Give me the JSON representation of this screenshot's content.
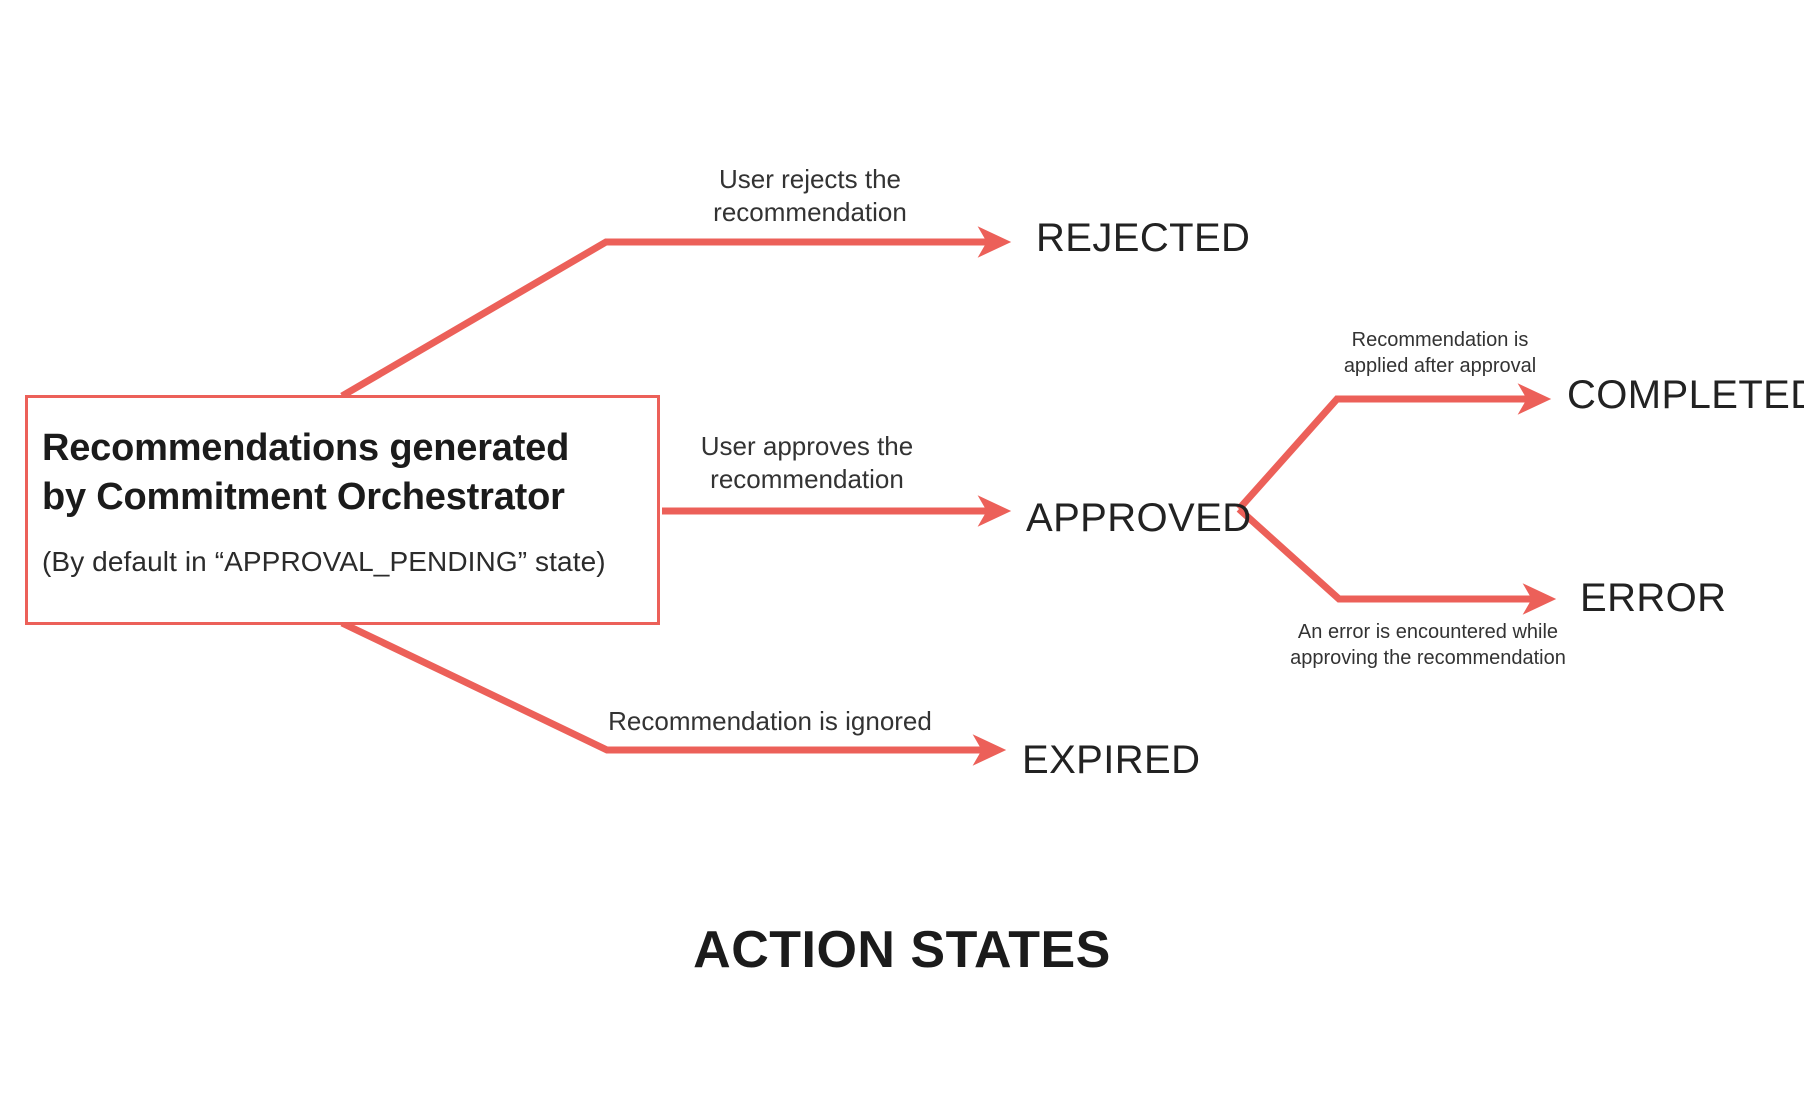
{
  "theme": {
    "accent": "#ec6059",
    "text": "#222222",
    "background": "#ffffff"
  },
  "source": {
    "title": "Recommendations generated\nby Commitment Orchestrator",
    "subtitle": "(By default in “APPROVAL_PENDING” state)"
  },
  "states": {
    "rejected": "REJECTED",
    "approved": "APPROVED",
    "expired": "EXPIRED",
    "completed": "COMPLETED",
    "error": "ERROR"
  },
  "edge_labels": {
    "reject": "User rejects the\nrecommendation",
    "approve": "User approves the\nrecommendation",
    "expire": "Recommendation is ignored",
    "complete": "Recommendation is\napplied after approval",
    "error": "An error is encountered while\napproving the recommendation"
  },
  "caption": "ACTION STATES",
  "diagram_data": {
    "type": "state-flow",
    "nodes": [
      {
        "id": "source",
        "label": "Recommendations generated by Commitment Orchestrator",
        "shape": "rectangle"
      },
      {
        "id": "rejected",
        "label": "REJECTED",
        "shape": "text"
      },
      {
        "id": "approved",
        "label": "APPROVED",
        "shape": "text"
      },
      {
        "id": "expired",
        "label": "EXPIRED",
        "shape": "text"
      },
      {
        "id": "completed",
        "label": "COMPLETED",
        "shape": "text"
      },
      {
        "id": "error",
        "label": "ERROR",
        "shape": "text"
      }
    ],
    "edges": [
      {
        "from": "source",
        "to": "rejected",
        "label": "User rejects the recommendation"
      },
      {
        "from": "source",
        "to": "approved",
        "label": "User approves the recommendation"
      },
      {
        "from": "source",
        "to": "expired",
        "label": "Recommendation is ignored"
      },
      {
        "from": "approved",
        "to": "completed",
        "label": "Recommendation is applied after approval"
      },
      {
        "from": "approved",
        "to": "error",
        "label": "An error is encountered while approving the recommendation"
      }
    ]
  }
}
